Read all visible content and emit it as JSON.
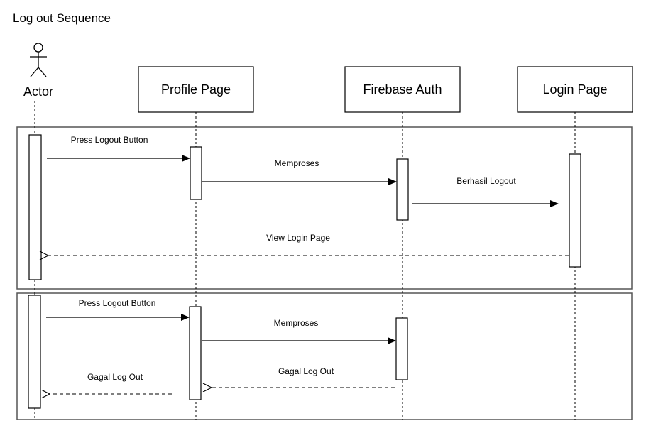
{
  "diagram": {
    "title": "Log out Sequence",
    "participants": {
      "actor": "Actor",
      "profile": "Profile Page",
      "firebase": "Firebase Auth",
      "login": "Login Page"
    },
    "messages": {
      "m1": "Press Logout Button",
      "m2": "Memproses",
      "m3": "Berhasil Logout",
      "m4": "View Login Page",
      "m5": "Press Logout Button",
      "m6": "Memproses",
      "m7": "Gagal Log Out",
      "m8": "Gagal Log Out"
    }
  }
}
